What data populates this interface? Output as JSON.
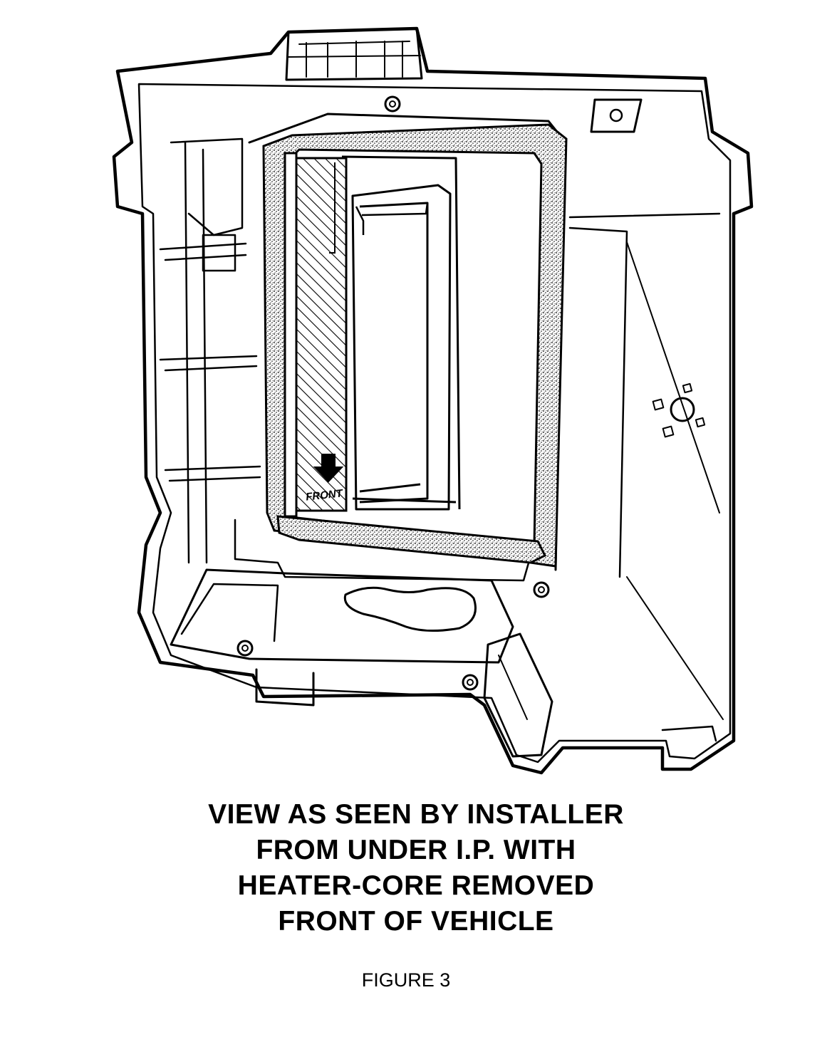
{
  "diagram": {
    "front_label": "FRONT",
    "caption_lines": [
      "VIEW AS SEEN BY INSTALLER",
      "FROM UNDER I.P. WITH",
      "HEATER-CORE REMOVED",
      "FRONT OF VEHICLE"
    ],
    "figure_label": "FIGURE 3"
  },
  "colors": {
    "line": "#000000",
    "background": "#ffffff",
    "foam": "#d9d9d9"
  }
}
